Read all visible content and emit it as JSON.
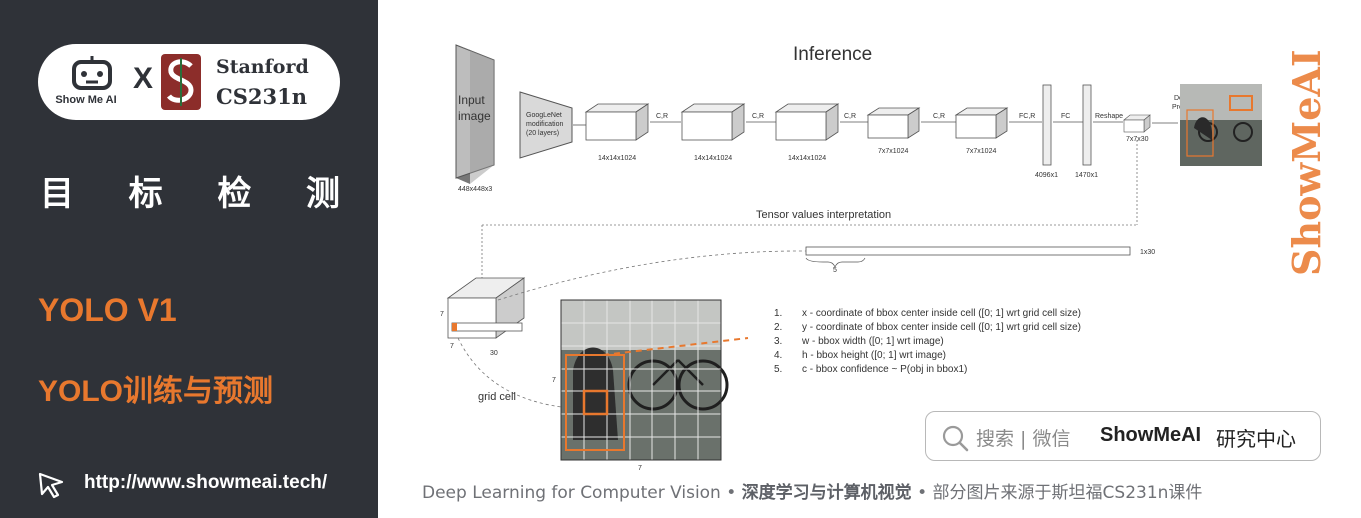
{
  "left_panel": {
    "brand_showmeai": "Show Me AI",
    "times_sign": "X",
    "stanford_line1": "Stanford",
    "stanford_line2": "CS231n",
    "section_title_chars": [
      "目",
      "标",
      "检",
      "测"
    ],
    "topic_1": "YOLO V1",
    "topic_2": "YOLO训练与预测",
    "url": "http://www.showmeai.tech/"
  },
  "diagram": {
    "title": "Inference",
    "input_label_1": "Input",
    "input_label_2": "image",
    "input_size": "448x448x3",
    "googlenet_lines": [
      "GoogLeNet",
      "modification",
      "(20 layers)"
    ],
    "blocks": [
      {
        "size": "14x14x1024",
        "op": "C,R"
      },
      {
        "size": "14x14x1024",
        "op": "C,R"
      },
      {
        "size": "14x14x1024",
        "op": "C,R"
      },
      {
        "size": "7x7x1024",
        "op": "C,R"
      },
      {
        "size": "7x7x1024",
        "op": "FC,R"
      }
    ],
    "fc1_size": "4096x1",
    "fc_op": "FC",
    "fc2_size": "1470x1",
    "reshape_op": "Reshape",
    "tensor_size": "7x7x30",
    "detection_lines": [
      "Detection",
      "Procedure"
    ],
    "tensor_interp": "Tensor values interpretation",
    "vector_size": "1x30",
    "vector_brace": "5",
    "cube_dim_h": "7",
    "cube_dim_w": "7",
    "cube_depth": "30",
    "grid_dim_v": "7",
    "grid_dim_h": "7",
    "grid_cell_label": "grid cell",
    "legend": [
      {
        "n": "1.",
        "text": "x - coordinate of bbox center inside cell ([0; 1] wrt grid cell size)"
      },
      {
        "n": "2.",
        "text": "y - coordinate of bbox center inside cell ([0; 1] wrt grid cell size)"
      },
      {
        "n": "3.",
        "text": "w - bbox width ([0; 1] wrt image)"
      },
      {
        "n": "4.",
        "text": "h - bbox height ([0; 1] wrt image)"
      },
      {
        "n": "5.",
        "text": "c - bbox confidence ~ P(obj in bbox1)"
      }
    ]
  },
  "watermark": "ShowMeAI",
  "search": {
    "label": "搜索 | 微信",
    "name": "ShowMeAI",
    "suffix": "研究中心"
  },
  "footer": {
    "part1": "Deep Learning for Computer Vision",
    "sep1": " • ",
    "part2": "深度学习与计算机视觉",
    "sep2": " • ",
    "part3": "部分图片来源于斯坦福CS231n课件"
  },
  "colors": {
    "panel_bg": "#2f3238",
    "accent_orange": "#e8782e",
    "watermark_orange": "#e9772c"
  }
}
